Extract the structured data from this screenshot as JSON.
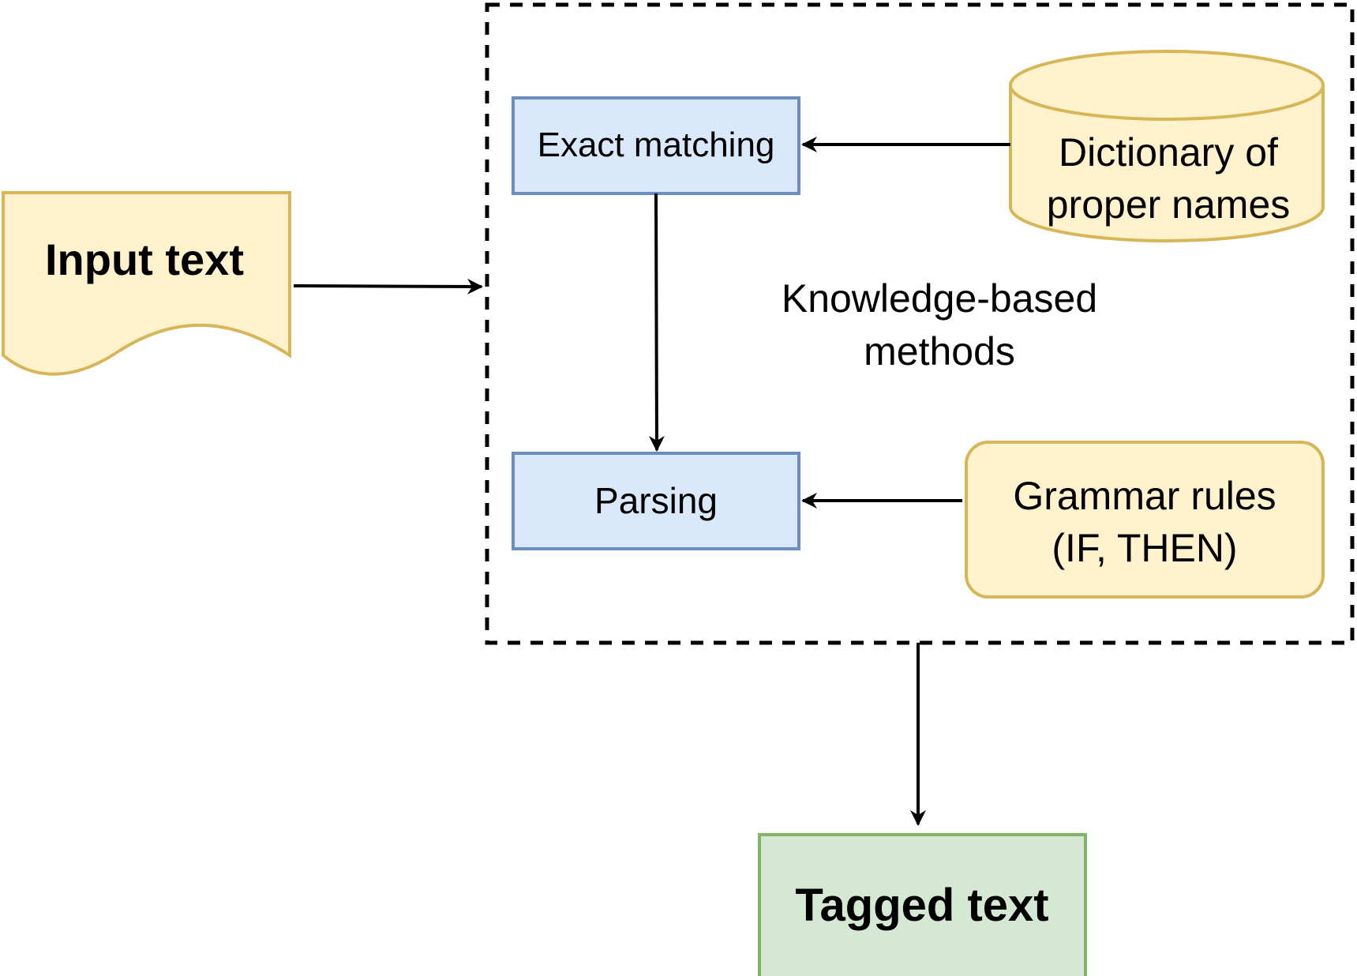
{
  "diagram": {
    "group_label_line1": "Knowledge-based",
    "group_label_line2": "methods",
    "nodes": {
      "input_text": {
        "label": "Input text",
        "shape": "document",
        "fill": "#fff2cc",
        "stroke": "#d6b656"
      },
      "exact_matching": {
        "label": "Exact matching",
        "shape": "rectangle",
        "fill": "#dae8fc",
        "stroke": "#6c8ebf"
      },
      "dictionary": {
        "label_line1": "Dictionary of",
        "label_line2": "proper names",
        "shape": "cylinder",
        "fill": "#fff2cc",
        "stroke": "#d6b656"
      },
      "parsing": {
        "label": "Parsing",
        "shape": "rectangle",
        "fill": "#dae8fc",
        "stroke": "#6c8ebf"
      },
      "grammar_rules": {
        "label_line1": "Grammar rules",
        "label_line2": "(IF, THEN)",
        "shape": "rounded-rectangle",
        "fill": "#fff2cc",
        "stroke": "#d6b656"
      },
      "tagged_text": {
        "label": "Tagged text",
        "shape": "rectangle",
        "fill": "#d5e8d4",
        "stroke": "#82b366"
      }
    },
    "edges": [
      {
        "from": "input_text",
        "to": "knowledge_group"
      },
      {
        "from": "dictionary",
        "to": "exact_matching"
      },
      {
        "from": "exact_matching",
        "to": "parsing"
      },
      {
        "from": "grammar_rules",
        "to": "parsing"
      },
      {
        "from": "knowledge_group",
        "to": "tagged_text"
      }
    ]
  }
}
